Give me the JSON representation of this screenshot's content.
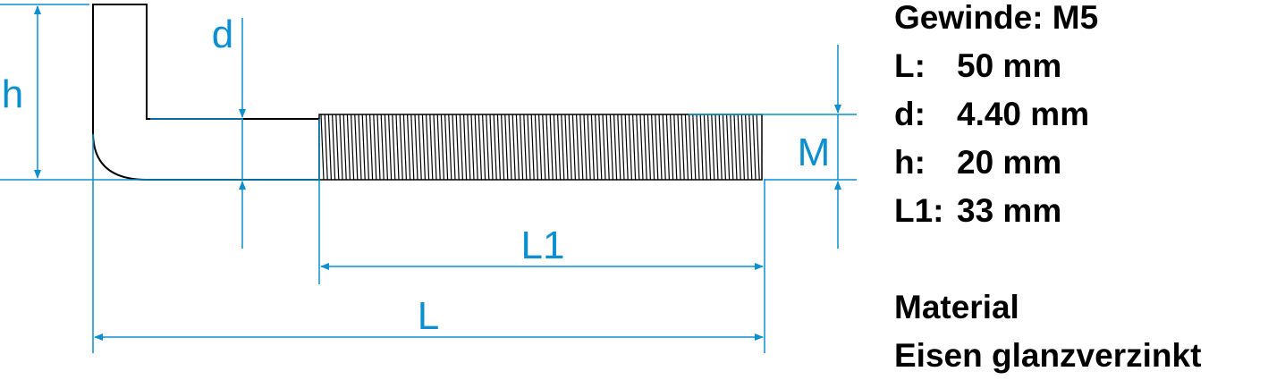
{
  "colors": {
    "dimension": "#0b8fd0",
    "outline": "#000000",
    "background": "#ffffff"
  },
  "labels": {
    "h": "h",
    "d": "d",
    "M": "M",
    "L1": "L1",
    "L": "L"
  },
  "specs": {
    "gewinde": "Gewinde: M5",
    "rows": [
      {
        "key": "L:",
        "value": "50 mm"
      },
      {
        "key": "d:",
        "value": "4.40 mm"
      },
      {
        "key": "h:",
        "value": "20 mm"
      },
      {
        "key": "L1:",
        "value": "33 mm"
      }
    ]
  },
  "material": {
    "heading": "Material",
    "value": "Eisen glanzverzinkt"
  }
}
